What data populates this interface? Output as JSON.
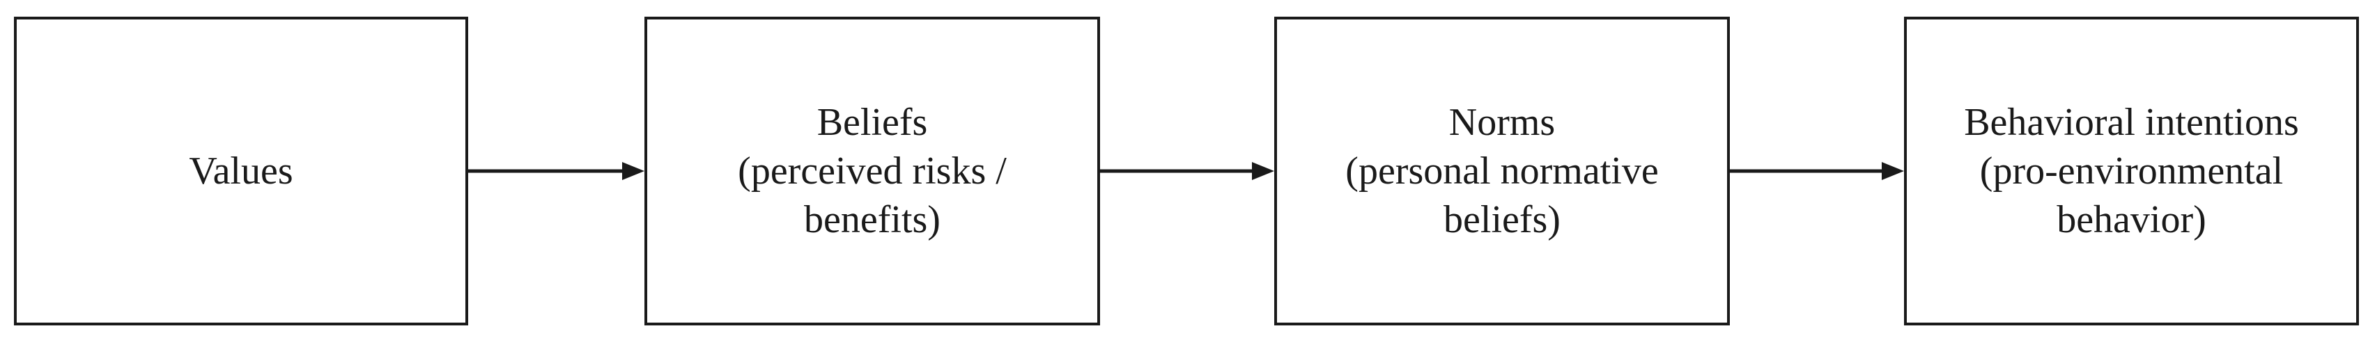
{
  "nodes": [
    {
      "id": "values",
      "lines": [
        "Values"
      ]
    },
    {
      "id": "beliefs",
      "lines": [
        "Beliefs",
        "(perceived risks /",
        "benefits)"
      ]
    },
    {
      "id": "norms",
      "lines": [
        "Norms",
        "(personal normative",
        "beliefs)"
      ]
    },
    {
      "id": "behavioral-intentions",
      "lines": [
        "Behavioral intentions",
        "(pro-environmental",
        "behavior)"
      ]
    }
  ],
  "edges": [
    {
      "from": "values",
      "to": "beliefs"
    },
    {
      "from": "beliefs",
      "to": "norms"
    },
    {
      "from": "norms",
      "to": "behavioral-intentions"
    }
  ],
  "colors": {
    "stroke": "#1a1a1a",
    "background": "#ffffff"
  }
}
